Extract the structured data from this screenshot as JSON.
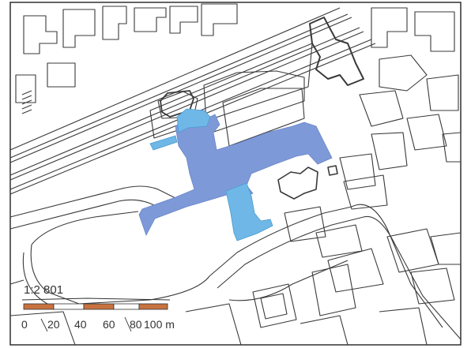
{
  "map": {
    "type": "cadastral-site-plan",
    "colors": {
      "background": "#ffffff",
      "outline": "#3a3a3a",
      "frame": "#222222",
      "highlight_main": "#7e99d8",
      "highlight_secondary": "#6fb7e6",
      "scale_segment": "#c8733f"
    }
  },
  "scale_bar": {
    "ratio": "1:2 801",
    "unit": "m",
    "ticks": [
      "0",
      "20",
      "40",
      "60",
      "80",
      "100 m"
    ]
  }
}
